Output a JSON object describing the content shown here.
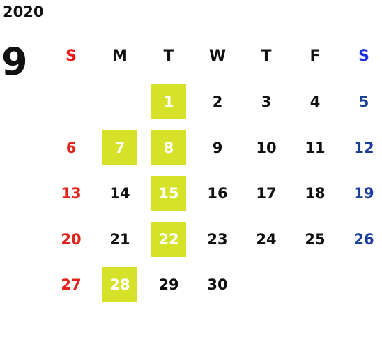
{
  "year": "2020",
  "month": "9",
  "weekdays": [
    "S",
    "M",
    "T",
    "W",
    "T",
    "F",
    "S"
  ],
  "days": [
    "",
    "",
    "1",
    "2",
    "3",
    "4",
    "5",
    "6",
    "7",
    "8",
    "9",
    "10",
    "11",
    "12",
    "13",
    "14",
    "15",
    "16",
    "17",
    "18",
    "19",
    "20",
    "21",
    "22",
    "23",
    "24",
    "25",
    "26",
    "27",
    "28",
    "29",
    "30",
    "",
    "",
    ""
  ],
  "highlighted_days": [
    "1",
    "7",
    "8",
    "15",
    "22",
    "28"
  ],
  "colors": {
    "sunday": "#e0241b",
    "saturday": "#1a3f99",
    "highlight": "#d6e12a"
  }
}
